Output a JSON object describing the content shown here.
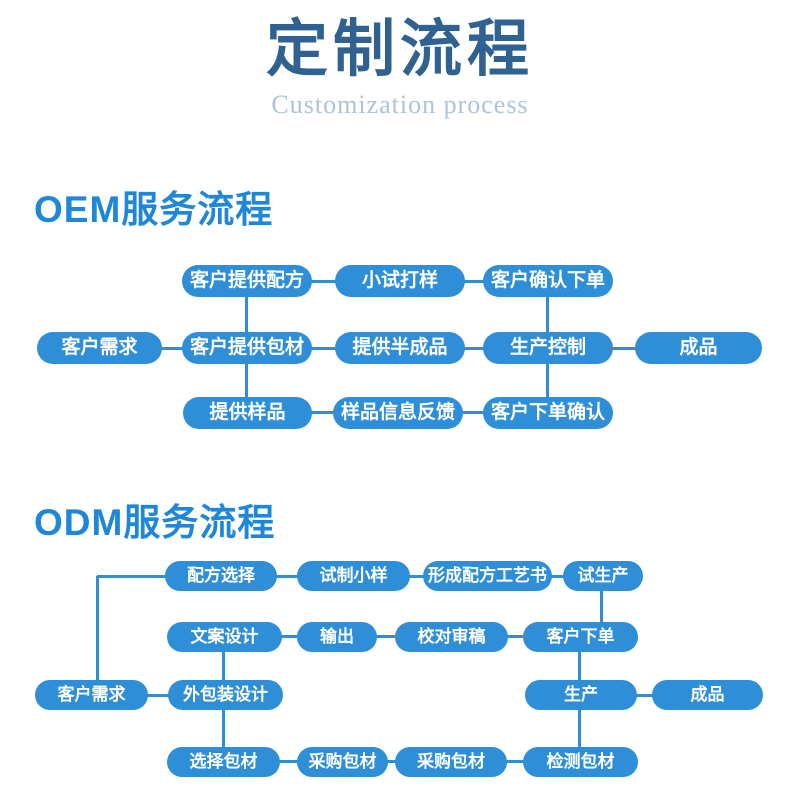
{
  "page": {
    "title": "定制流程",
    "subtitle": "Customization process"
  },
  "oem": {
    "heading": "OEM服务流程",
    "nodes": [
      "客户提供配方",
      "小试打样",
      "客户确认下单",
      "客户需求",
      "客户提供包材",
      "提供半成品",
      "生产控制",
      "成品",
      "提供样品",
      "样品信息反馈",
      "客户下单确认"
    ]
  },
  "odm": {
    "heading": "ODM服务流程",
    "nodes": [
      "配方选择",
      "试制小样",
      "形成配方工艺书",
      "试生产",
      "文案设计",
      "输出",
      "校对审稿",
      "客户下单",
      "客户需求",
      "外包装设计",
      "生产",
      "成品",
      "选择包材",
      "采购包材",
      "采购包材",
      "检测包材"
    ]
  },
  "colors": {
    "node_fill": "#2E8FD8",
    "connector_line": "#2E8FD8",
    "node_text": "#FFFFFF",
    "title_text": "#2F6191",
    "subtitle_text": "#AEC3D8",
    "section_heading_text": "#1E87D8",
    "background": "#FFFFFF"
  }
}
